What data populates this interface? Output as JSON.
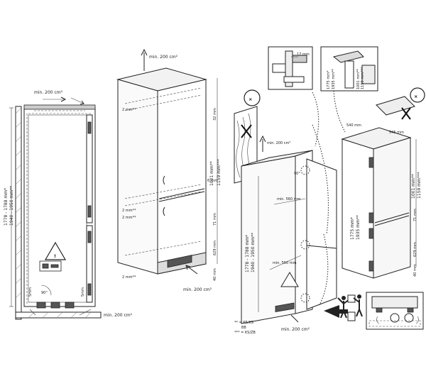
{
  "left_diagram": {
    "vent_top": "min. 200 cm²",
    "vent_bottom": "min. 200 cm²",
    "height_range": "1778 - 1788 mm*",
    "height_range_alt": "1940 - 1950 mm**",
    "gap_bottom_left": "5mm",
    "gap_bottom_right": "5mm",
    "angle": "90°",
    "warning_symbol": "!"
  },
  "middle_diagram": {
    "vent_top": "min. 200 cm²",
    "vent_bottom": "min. 200 cm²",
    "gap_upper": "2 mm**",
    "gap_middle_a": "2 mm**",
    "gap_middle_b": "2 mm**",
    "gap_lower": "2 mm**",
    "dim_top": "32 mm",
    "dim_door_upper": "1001 mm**",
    "dim_door_upper_alt": "1159 mm***",
    "dim_mid": "71 mm",
    "dim_door_lower": "629 mm",
    "dim_bottom": "40 mm",
    "side_gap": "6 mm"
  },
  "right_diagram": {
    "dim_17": "17 mm",
    "dim_1775": "1775 mm*",
    "dim_1935": "1935 mm**",
    "dim_1001": "1001 mm**",
    "dim_1159": "1159 mm***",
    "depth": "540 mm",
    "width": "545 mm",
    "height_1775": "1775 mm*",
    "height_1935": "1935 mm**",
    "door_1001": "1001 mm**",
    "door_1159": "1159 mm***",
    "door_629": "629 mm",
    "dim_71": "71 mm",
    "dim_40": "40 mm",
    "vent_top": "min. 200 cm²",
    "niche_width": "min. 560 mm",
    "niche_depth": "min. 550 mm",
    "niche_height": "1778 - 1788 mm*",
    "niche_height_alt": "1940 - 1950 mm**",
    "angle": "90°",
    "vent_bottom": "min. 200 cm²",
    "note_a": "** = KS/KS",
    "note_b": "BB",
    "note_c": "*** = KS/ZB"
  },
  "icons": {
    "prohibited_a": "×",
    "prohibited_b": "×",
    "prohibited_c": "×",
    "warning": "!"
  }
}
